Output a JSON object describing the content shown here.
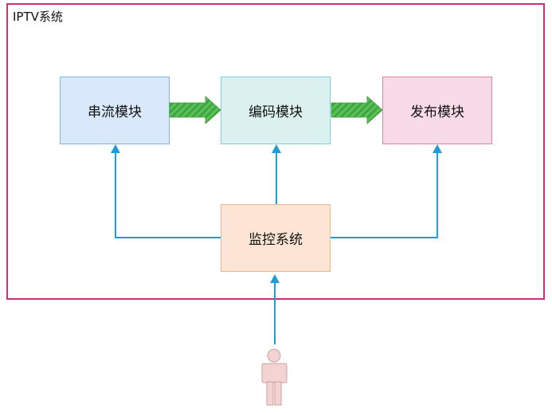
{
  "system": {
    "title": "IPTV系统"
  },
  "modules": {
    "stream": "串流模块",
    "encode": "编码模块",
    "publish": "发布模块",
    "monitor": "监控系统"
  },
  "colors": {
    "frame_border": "#cc2f7a",
    "stream_fill": "#dae8fc",
    "encode_fill": "#daf1f0",
    "publish_fill": "#f8dbe6",
    "monitor_fill": "#fce5d5",
    "flow_arrow": "#3ea63e",
    "control_arrow": "#1f9bd7",
    "person_fill": "#f4d3d3"
  },
  "icons": {
    "actor": "person-icon"
  }
}
